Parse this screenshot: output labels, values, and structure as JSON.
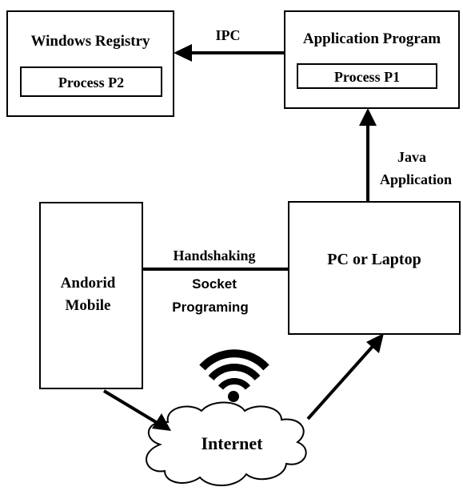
{
  "colors": {
    "background": "#ffffff",
    "stroke": "#000000",
    "text": "#000000"
  },
  "nodes": {
    "windows_registry": {
      "title": "Windows Registry",
      "process": "Process P2"
    },
    "application_program": {
      "title": "Application Program",
      "process": "Process P1"
    },
    "android_mobile": {
      "line1": "Andorid",
      "line2": "Mobile"
    },
    "pc_laptop": {
      "title": "PC or Laptop"
    },
    "internet": {
      "label": "Internet"
    }
  },
  "edges": {
    "ipc": {
      "label": "IPC"
    },
    "java_application": {
      "line1": "Java",
      "line2": "Application"
    },
    "handshaking": {
      "label": "Handshaking",
      "sub1": "Socket",
      "sub2": "Programing"
    }
  },
  "icons": {
    "wireless": "wifi-icon"
  }
}
